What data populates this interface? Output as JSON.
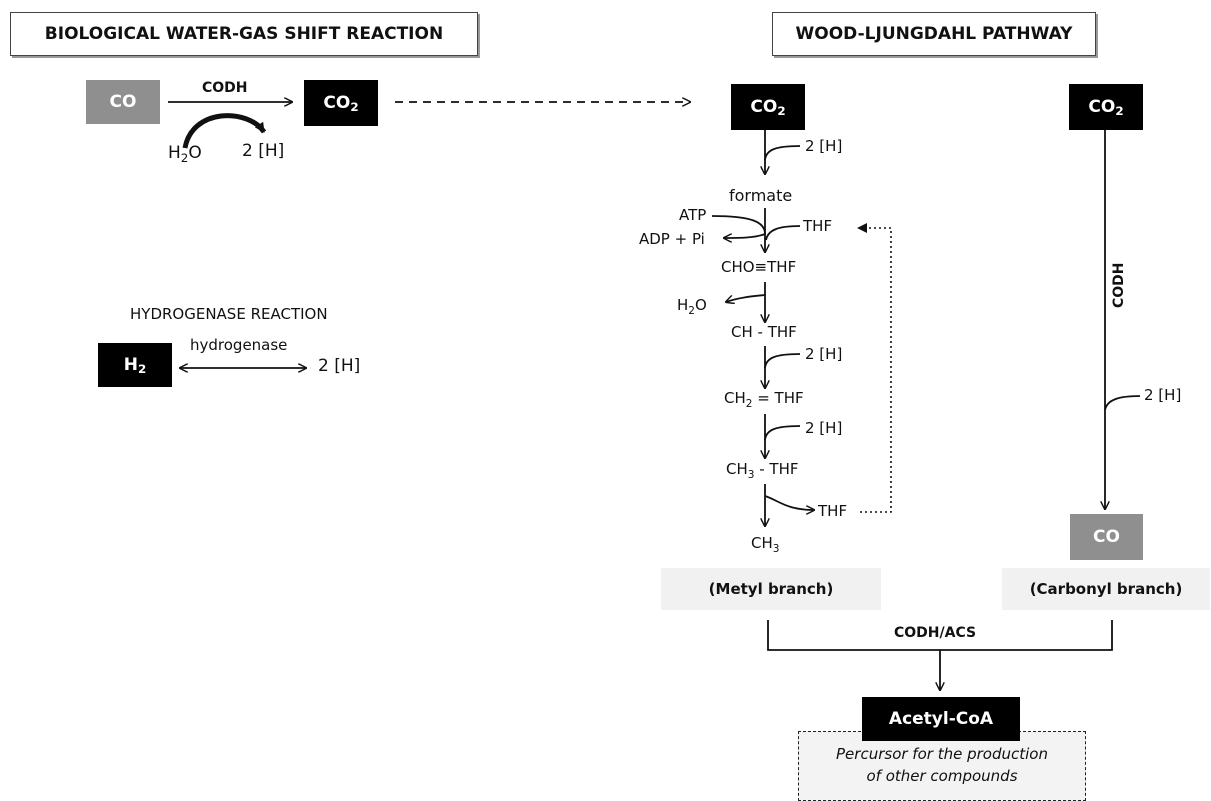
{
  "titles": {
    "left": "BIOLOGICAL WATER-GAS SHIFT REACTION",
    "right": "WOOD-LJUNGDAHL PATHWAY"
  },
  "wgs": {
    "co": "CO",
    "enzyme": "CODH",
    "co2_base": "CO",
    "co2_sub": "2",
    "h2o_base": "H",
    "h2o_sub": "2",
    "h2o_end": "O",
    "h": "2 [H]"
  },
  "hydrogenase": {
    "title": "HYDROGENASE REACTION",
    "h2_base": "H",
    "h2_sub": "2",
    "enzyme": "hydrogenase",
    "product": "2 [H]"
  },
  "methyl": {
    "co2_base": "CO",
    "co2_sub": "2",
    "h1": "2 [H]",
    "formate": "formate",
    "atp": "ATP",
    "adp": "ADP + Pi",
    "thf_in": "THF",
    "cho_thf": "CHO≡THF",
    "h2o_base": "H",
    "h2o_sub": "2",
    "h2o_end": "O",
    "ch_thf": "CH - THF",
    "h2": "2 [H]",
    "ch2_base": "CH",
    "ch2_sub": "2",
    "ch2_end": " = THF",
    "h3": "2 [H]",
    "ch3_base": "CH",
    "ch3_sub": "3",
    "ch3_end": " - THF",
    "thf_out": "THF",
    "ch3_final_base": "CH",
    "ch3_final_sub": "3",
    "branch_label": "(Metyl branch)"
  },
  "carbonyl": {
    "co2_base": "CO",
    "co2_sub": "2",
    "enzyme": "CODH",
    "h": "2 [H]",
    "co": "CO",
    "branch_label": "(Carbonyl branch)"
  },
  "merge": {
    "enzyme": "CODH/ACS",
    "product": "Acetyl-CoA",
    "note_line1": "Percursor for the production",
    "note_line2": "of other compounds"
  },
  "colors": {
    "black_box": "#000000",
    "grey_box": "#8f8f8f",
    "branch_bg": "#f1f1f1"
  }
}
